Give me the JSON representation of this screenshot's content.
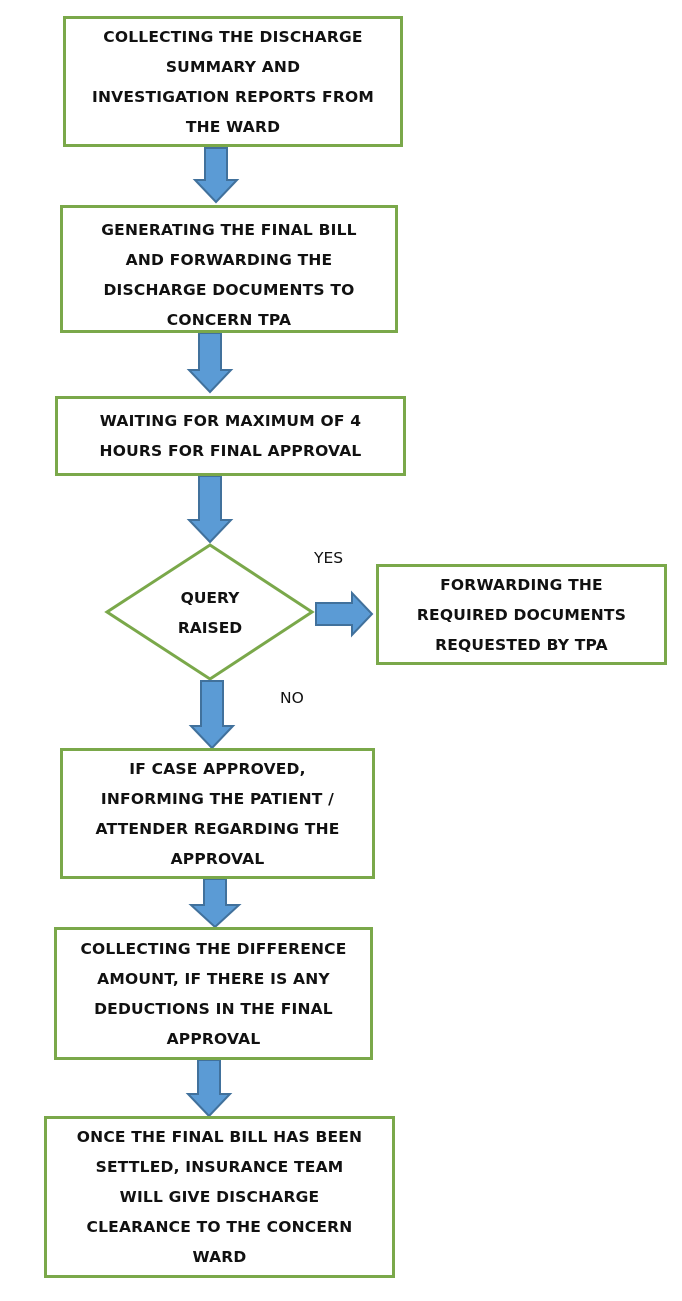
{
  "flowchart": {
    "steps": {
      "collect": "COLLECTING THE DISCHARGE\nSUMMARY AND\nINVESTIGATION REPORTS FROM\nTHE WARD",
      "final_bill": "GENERATING THE FINAL BILL\nAND FORWARDING THE\nDISCHARGE DOCUMENTS TO\nCONCERN TPA",
      "waiting": "WAITING FOR MAXIMUM OF 4\nHOURS FOR FINAL APPROVAL",
      "decision": "QUERY\nRAISED",
      "forward_docs": "FORWARDING THE\nREQUIRED DOCUMENTS\nREQUESTED BY TPA",
      "approved": "IF CASE APPROVED,\nINFORMING THE PATIENT /\nATTENDER REGARDING THE\nAPPROVAL",
      "difference": "COLLECTING THE DIFFERENCE\nAMOUNT, IF THERE IS ANY\nDEDUCTIONS IN THE FINAL\nAPPROVAL",
      "clearance": "ONCE THE FINAL BILL HAS BEEN\nSETTLED, INSURANCE TEAM\nWILL GIVE DISCHARGE\nCLEARANCE TO THE CONCERN\nWARD"
    },
    "labels": {
      "yes": "YES",
      "no": "NO"
    },
    "colors": {
      "box_border": "#7aa84a",
      "arrow_fill": "#5b9bd5",
      "arrow_stroke": "#41719c"
    }
  }
}
